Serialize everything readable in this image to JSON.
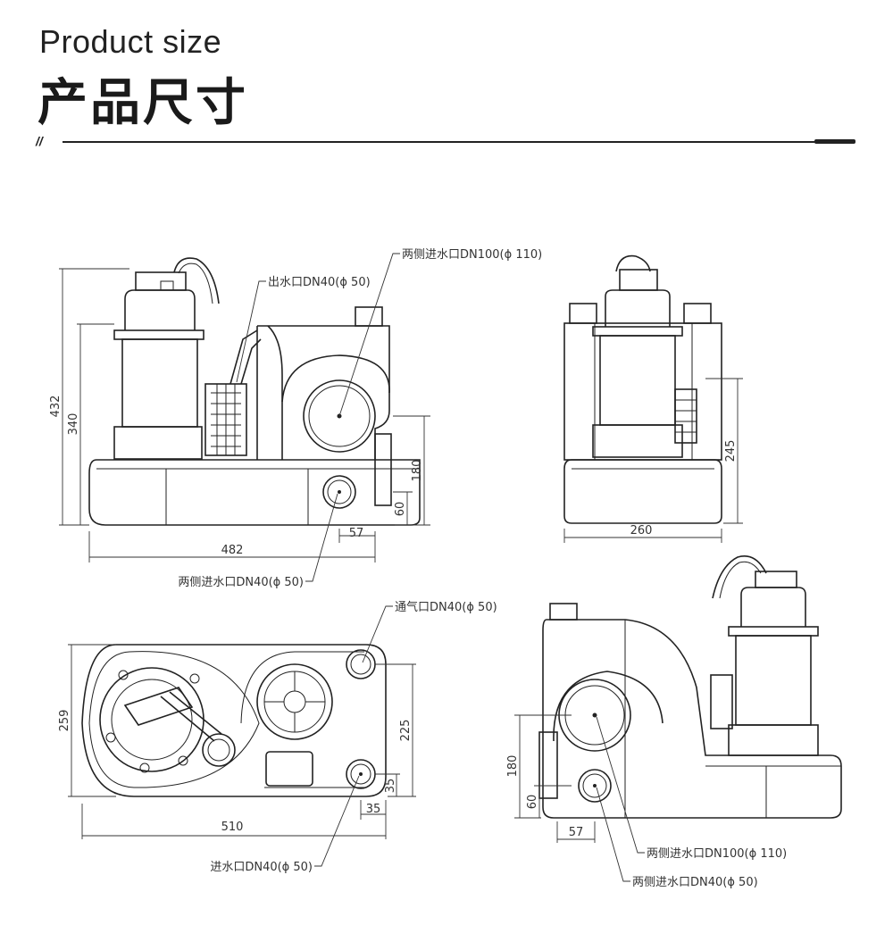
{
  "header": {
    "title_en": "Product size",
    "title_cn": "产品尺寸",
    "slash": "//"
  },
  "front_view": {
    "dims": {
      "height_total": "432",
      "height_body": "340",
      "height_outlet": "180",
      "height_inlet": "60",
      "offset_inlet": "57",
      "width": "482"
    },
    "callouts": {
      "outlet": "出水口DN40(ϕ 50)",
      "inlet_large": "两侧进水口DN100(ϕ 110)",
      "inlet_small": "两侧进水口DN40(ϕ 50)"
    }
  },
  "side_view": {
    "dims": {
      "height": "245",
      "width": "260"
    }
  },
  "top_view": {
    "dims": {
      "depth": "259",
      "spacing": "225",
      "edge_y": "35",
      "edge_x": "35",
      "width": "510"
    },
    "callouts": {
      "vent": "通气口DN40(ϕ 50)",
      "inlet": "进水口DN40(ϕ 50)"
    }
  },
  "rear_view": {
    "dims": {
      "height_outlet": "180",
      "height_inlet": "60",
      "offset_inlet": "57"
    },
    "callouts": {
      "inlet_large": "两侧进水口DN100(ϕ 110)",
      "inlet_small": "两侧进水口DN40(ϕ 50)"
    }
  }
}
